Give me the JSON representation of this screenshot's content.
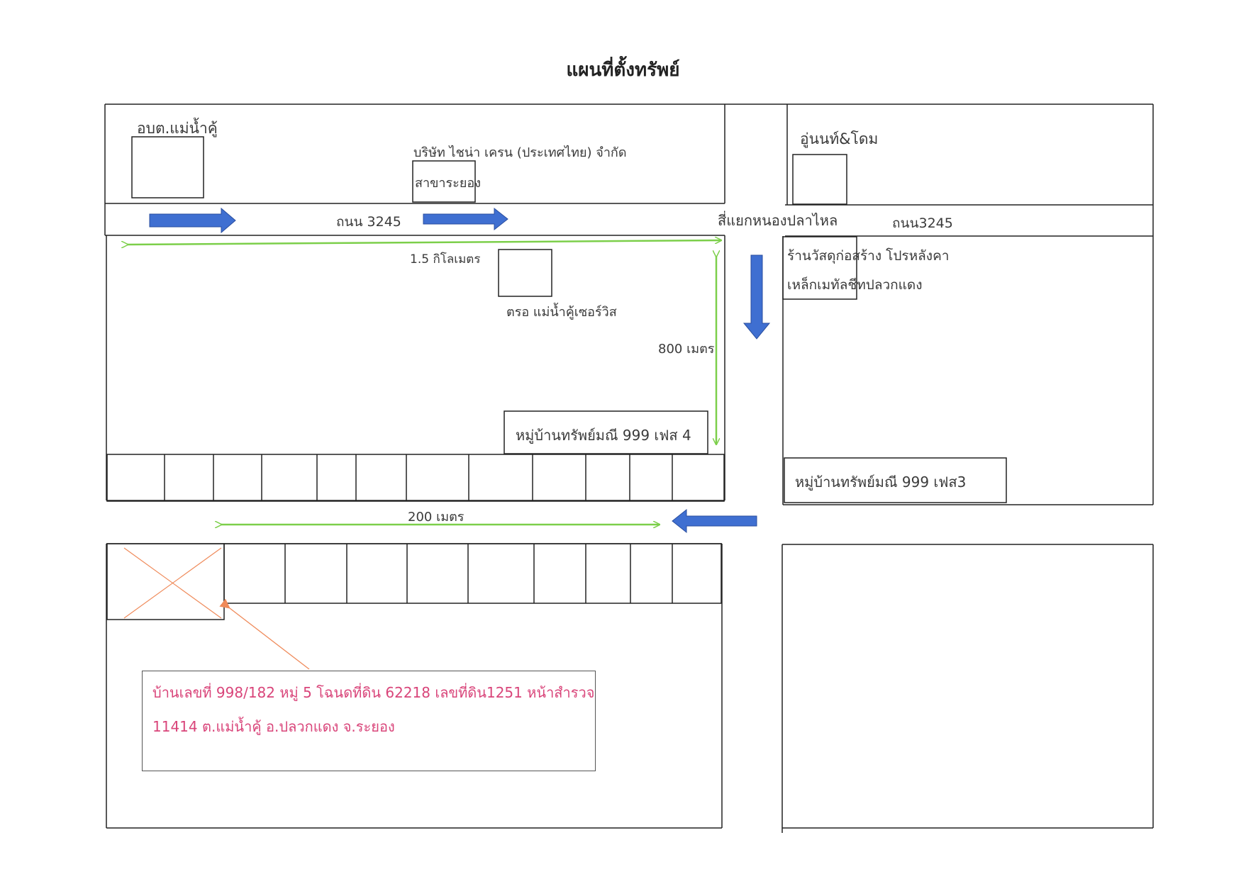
{
  "title": "แผนที่ตั้งทรัพย์",
  "labels": {
    "subdistrict_office": "อบต.แม่น้ำคู้",
    "company_name": "บริษัท ไชน่า เครน (ประเทศไทย) จำกัด",
    "company_branch": "สาขาระยอง",
    "road_left": "ถนน 3245",
    "intersection": "สี่แยกหนองปลาไหล",
    "road_right": "ถนน3245",
    "garage": "อู่นนท์&โดม",
    "hardware_store_1": "ร้านวัสดุก่อสร้าง โปรหลังคา",
    "hardware_store_2": "เหล็กเมทัลชีทปลวกแดง",
    "police_station": "ตรอ แม่น้ำคู้เซอร์วิส",
    "village_phase4": "หมู่บ้านทรัพย์มณี 999 เฟส 4",
    "village_phase3": "หมู่บ้านทรัพย์มณี 999 เฟส3"
  },
  "distances": {
    "horizontal": "1.5 กิโลเมตร",
    "vertical": "800 เมตร",
    "lane": "200 เมตร"
  },
  "address": {
    "line1": "บ้านเลขที่ 998/182 หมู่ 5 โฉนดที่ดิน 62218 เลขที่ดิน1251 หน้าสำรวจ",
    "line2": "11414 ต.แม่น้ำคู้ อ.ปลวกแดง จ.ระยอง"
  },
  "colors": {
    "road_line": "#222222",
    "direction_arrow": "#3f6fd1",
    "distance_line": "#7ccf4a",
    "pointer": "#ef8a5a",
    "address_text": "#d9457a"
  },
  "icons": {
    "direction_arrow": "blue-block-arrow",
    "target_marker": "cross-mark"
  }
}
